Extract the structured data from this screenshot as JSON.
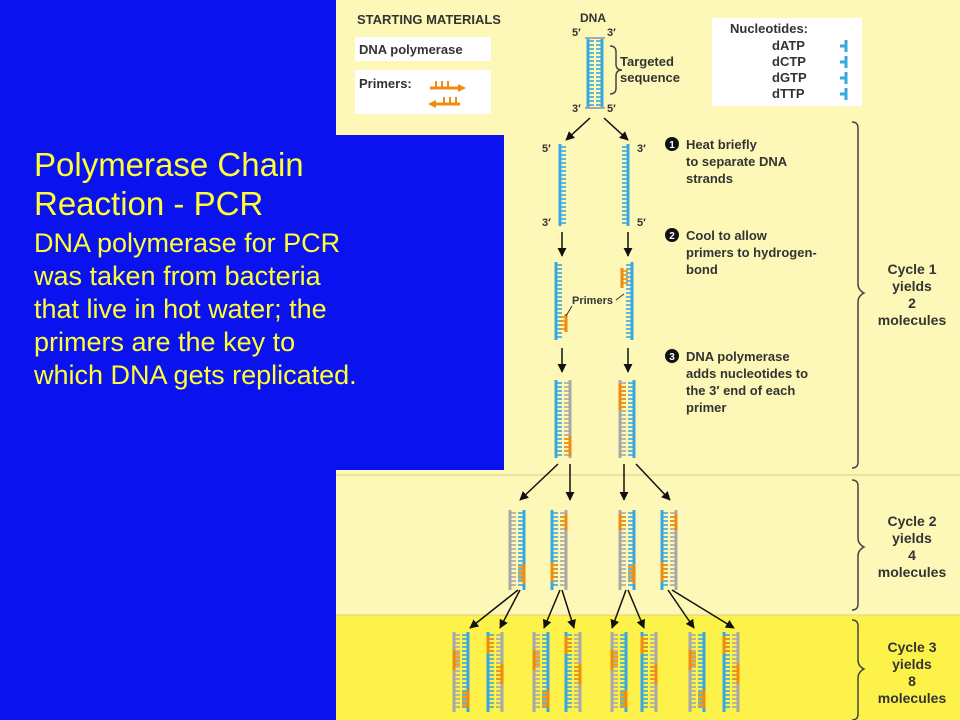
{
  "slide": {
    "title_line1": "Polymerase Chain",
    "title_line2": "Reaction - PCR",
    "body_lines": [
      "DNA polymerase for PCR",
      "was taken from bacteria",
      "that live in hot water;  the",
      "primers are the key to",
      "which DNA gets replicated."
    ]
  },
  "diagram": {
    "starting_materials": "STARTING MATERIALS",
    "dna_polymerase": "DNA polymerase",
    "primers_label": "Primers:",
    "dna_label": "DNA",
    "targeted_1": "Targeted",
    "targeted_2": "sequence",
    "nucleotides_title": "Nucleotides:",
    "nucleotides": [
      "dATP",
      "dCTP",
      "dGTP",
      "dTTP"
    ],
    "prime5": "5′",
    "prime3": "3′",
    "step1": [
      "Heat briefly",
      "to separate DNA",
      "strands"
    ],
    "step2": [
      "Cool to allow",
      "primers to hydrogen-",
      "bond"
    ],
    "step3": [
      "DNA polymerase",
      "adds nucleotides to",
      "the 3′ end of each",
      "primer"
    ],
    "step_numbers": [
      "1",
      "2",
      "3"
    ],
    "primers_callout": "Primers",
    "cycle1": [
      "Cycle 1",
      "yields",
      "2",
      "molecules"
    ],
    "cycle2": [
      "Cycle 2",
      "yields",
      "4",
      "molecules"
    ],
    "cycle3": [
      "Cycle 3",
      "yields",
      "8",
      "molecules"
    ]
  },
  "colors": {
    "background": "#0a12f0",
    "slide_text": "#ffff33",
    "panel_light": "#fdf8b8",
    "panel_bright": "#fdf24a",
    "dna_strand": "#3aa8e0",
    "new_strand": "#a8a8a8",
    "primer": "#f08a10"
  }
}
